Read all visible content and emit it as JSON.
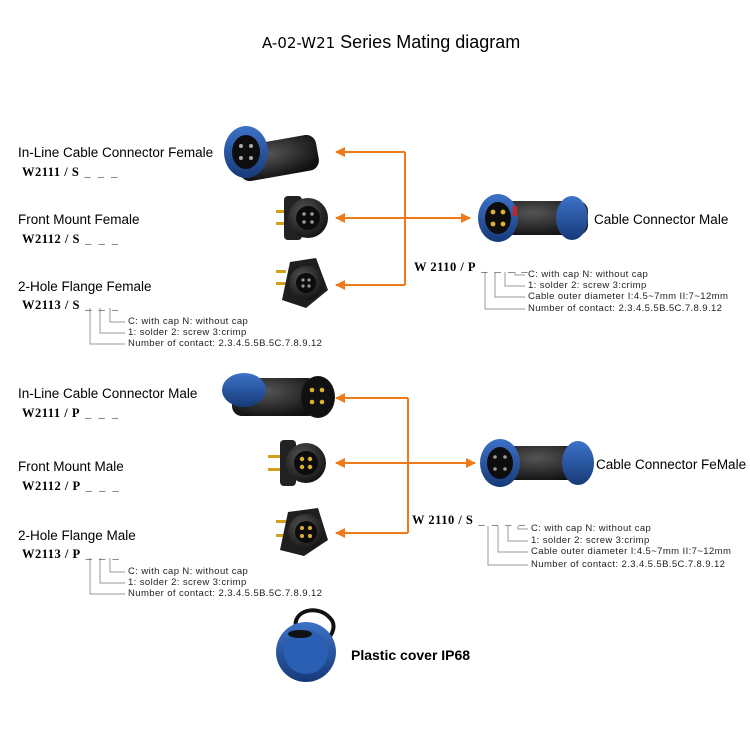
{
  "title": {
    "code": "A-02-W21",
    "text": "Series Mating diagram"
  },
  "top": {
    "inline_label": "In-Line Cable Connector Female",
    "inline_model": "W2111 / S",
    "front_label": "Front Mount   Female",
    "front_model": "W2112 / S",
    "flange_label": "2-Hole Flange Female",
    "flange_model": "W2113 / S",
    "legend": [
      "C:  with  cap    N:  without  cap",
      "1:  solder    2:  screw    3:crimp",
      "Number  of  contact:  2.3.4.5.5B.5C.7.8.9.12"
    ],
    "cable_label": "Cable Connector Male",
    "cable_model": "W 2110 / P",
    "cable_legend": [
      "C:  with  cap    N:  without  cap",
      "1:  solder    2:  screw    3:crimp",
      "Cable  outer  diameter  I:4.5~7mm  II:7~12mm",
      "Number  of  contact:  2.3.4.5.5B.5C.7.8.9.12"
    ]
  },
  "bottom": {
    "inline_label": "In-Line Cable Connector Male",
    "inline_model": "W2111 / P",
    "front_label": "Front Mount   Male",
    "front_model": "W2112 / P",
    "flange_label": "2-Hole Flange Male",
    "flange_model": "W2113 / P",
    "legend": [
      "C:  with  cap    N:  without  cap",
      "1:  solder    2:  screw    3:crimp",
      "Number  of  contact:  2.3.4.5.5B.5C.7.8.9.12"
    ],
    "cable_label": "Cable Connector FeMale",
    "cable_model": "W 2110 / S",
    "cable_legend": [
      "C:  with  cap    N:  without  cap",
      "1:  solder    2:  screw    3:crimp",
      "Cable  outer  diameter  I:4.5~7mm  II:7~12mm",
      "Number  of  contact:  2.3.4.5.5B.5C.7.8.9.12"
    ]
  },
  "cover_label": "Plastic cover IP68",
  "colors": {
    "arrow": "#f07a1a",
    "blue": "#1f4f9a",
    "black": "#1a1a1a",
    "leader": "#999999"
  }
}
